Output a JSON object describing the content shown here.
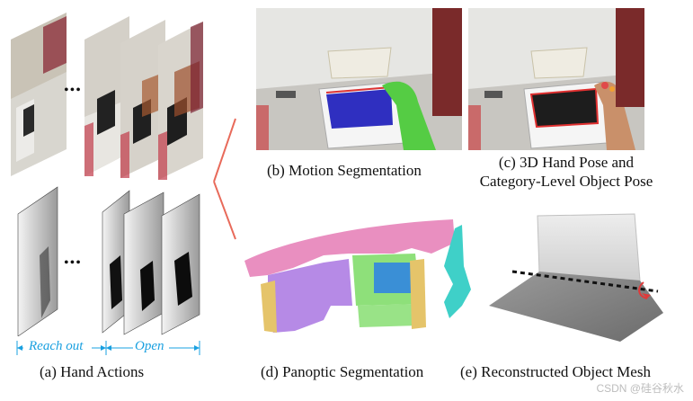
{
  "captions": {
    "a": "(a) Hand Actions",
    "b": "(b) Motion Segmentation",
    "c_line1": "(c) 3D Hand Pose  and",
    "c_line2": "Category-Level Object Pose",
    "d": "(d) Panoptic Segmentation",
    "e": "(e) Reconstructed Object Mesh"
  },
  "phases": {
    "reach": "Reach out",
    "open": "Open"
  },
  "ellipsis": "•••",
  "watermark": "CSDN @硅谷秋水",
  "colors": {
    "phase_label": "#1aa0e0",
    "connector": "#e86a5a",
    "seg_blue": "#2f2fc0",
    "hand_green": "#55cc44",
    "panoptic_pink": "#e98fc0",
    "panoptic_purple": "#b68ae6",
    "panoptic_green": "#8ee07a",
    "panoptic_cyan": "#3fd0c8",
    "panoptic_yellow": "#e5c46a",
    "panoptic_blue": "#3a8fd6"
  }
}
